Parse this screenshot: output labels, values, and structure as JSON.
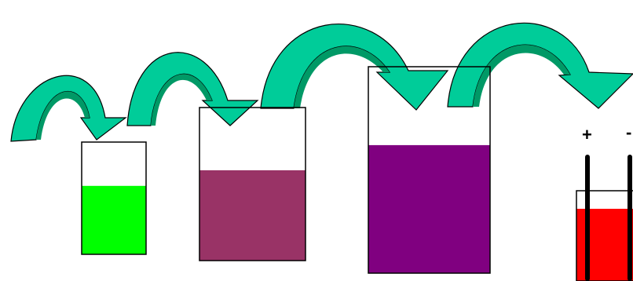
{
  "colors": {
    "arrow_fill": "#00CC99",
    "arrow_shadow": "#009966",
    "outline": "#000000",
    "background": "#FFFFFF"
  },
  "beakers": [
    {
      "id": "beaker-1",
      "liquid_color": "#00FF00",
      "fill_level": 0.61
    },
    {
      "id": "beaker-2",
      "liquid_color": "#993366",
      "fill_level": 0.59
    },
    {
      "id": "beaker-3",
      "liquid_color": "#800080",
      "fill_level": 0.62
    },
    {
      "id": "beaker-4",
      "liquid_color": "#FF0000",
      "fill_level": 0.8
    }
  ],
  "electrodes": {
    "positive_label": "+",
    "negative_label": "-"
  },
  "arrows": [
    {
      "id": "arrow-1",
      "from": "start",
      "to": "beaker-1"
    },
    {
      "id": "arrow-2",
      "from": "beaker-1",
      "to": "beaker-2"
    },
    {
      "id": "arrow-3",
      "from": "beaker-2",
      "to": "beaker-3"
    },
    {
      "id": "arrow-4",
      "from": "beaker-3",
      "to": "beaker-4"
    }
  ]
}
